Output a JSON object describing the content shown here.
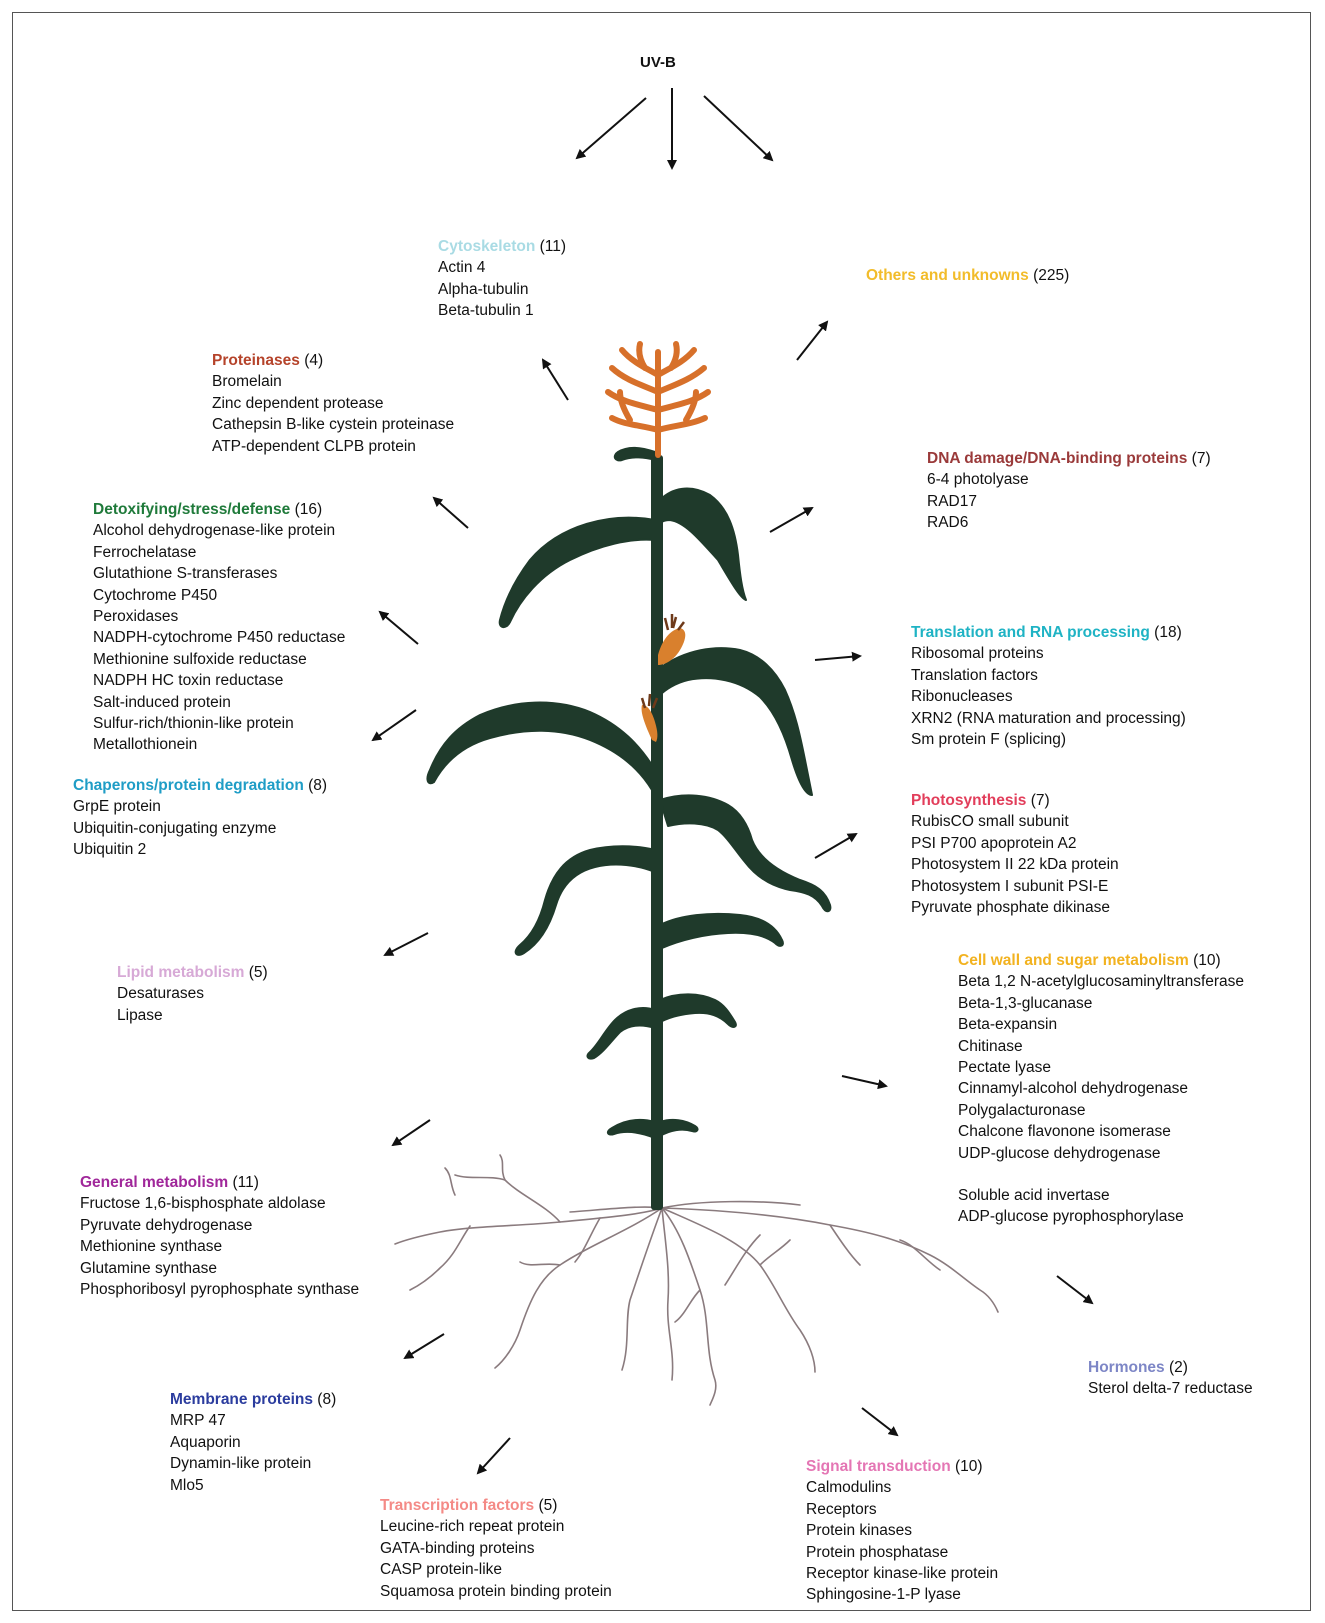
{
  "top_label": "UV-B",
  "groups": [
    {
      "id": "cytoskeleton",
      "title": "Cytoskeleton",
      "count": "(11)",
      "color": "#a9dbe4",
      "items": [
        "Actin 4",
        "Alpha-tubulin",
        "Beta-tubulin 1"
      ]
    },
    {
      "id": "others",
      "title": "Others and unknowns",
      "count": "(225)",
      "color": "#f2bc2a",
      "items": []
    },
    {
      "id": "proteinases",
      "title": "Proteinases",
      "count": "(4)",
      "color": "#b5432a",
      "items": [
        "Bromelain",
        "Zinc dependent protease",
        "Cathepsin B-like cystein proteinase",
        "ATP-dependent CLPB protein"
      ]
    },
    {
      "id": "dna",
      "title": "DNA damage/DNA-binding proteins",
      "count": "(7)",
      "color": "#9a3a3a",
      "items": [
        "6-4 photolyase",
        "RAD17",
        "RAD6"
      ]
    },
    {
      "id": "detox",
      "title": "Detoxifying/stress/defense",
      "count": "(16)",
      "color": "#1f7a3a",
      "items": [
        "Alcohol dehydrogenase-like protein",
        "Ferrochelatase",
        "Glutathione S-transferases",
        "Cytochrome P450",
        "Peroxidases",
        "NADPH-cytochrome P450 reductase",
        "Methionine sulfoxide reductase",
        "NADPH HC toxin reductase",
        "Salt-induced protein",
        "Sulfur-rich/thionin-like protein",
        "Metallothionein"
      ]
    },
    {
      "id": "translation",
      "title": "Translation and RNA processing",
      "count": "(18)",
      "color": "#1fb3c4",
      "items": [
        "Ribosomal proteins",
        "Translation factors",
        "Ribonucleases",
        "XRN2 (RNA maturation and processing)",
        "Sm protein F (splicing)"
      ]
    },
    {
      "id": "chaperons",
      "title": "Chaperons/protein degradation",
      "count": "(8)",
      "color": "#1f9dc6",
      "items": [
        "GrpE protein",
        "Ubiquitin-conjugating enzyme",
        "Ubiquitin 2"
      ]
    },
    {
      "id": "photosynthesis",
      "title": "Photosynthesis",
      "count": "(7)",
      "color": "#e23d5a",
      "items": [
        "RubisCO small subunit",
        "PSI P700 apoprotein A2",
        "Photosystem II 22 kDa protein",
        "Photosystem I subunit PSI-E",
        "Pyruvate phosphate dikinase"
      ]
    },
    {
      "id": "cellwall",
      "title": "Cell wall and sugar metabolism",
      "count": "(10)",
      "color": "#f2b21f",
      "items": [
        "Beta 1,2 N-acetylglucosaminyltransferase",
        "Beta-1,3-glucanase",
        "Beta-expansin",
        "Chitinase",
        "Pectate lyase",
        "Cinnamyl-alcohol dehydrogenase",
        "Polygalacturonase",
        "Chalcone flavonone isomerase",
        "UDP-glucose dehydrogenase",
        "",
        "Soluble acid invertase",
        "ADP-glucose pyrophosphorylase"
      ]
    },
    {
      "id": "lipid",
      "title": "Lipid metabolism",
      "count": "(5)",
      "color": "#d7a9d6",
      "items": [
        "Desaturases",
        "Lipase"
      ]
    },
    {
      "id": "general",
      "title": "General metabolism",
      "count": "(11)",
      "color": "#a0279a",
      "items": [
        "Fructose 1,6-bisphosphate aldolase",
        "Pyruvate dehydrogenase",
        "Methionine synthase",
        "Glutamine synthase",
        "Phosphoribosyl pyrophosphate synthase"
      ]
    },
    {
      "id": "hormones",
      "title": "Hormones",
      "count": "(2)",
      "color": "#7d86c6",
      "items": [
        "Sterol delta-7 reductase"
      ]
    },
    {
      "id": "membrane",
      "title": "Membrane proteins",
      "count": "(8)",
      "color": "#2b3c9e",
      "items": [
        "MRP 47",
        "Aquaporin",
        "Dynamin-like protein",
        "Mlo5"
      ]
    },
    {
      "id": "signal",
      "title": "Signal transduction",
      "count": "(10)",
      "color": "#e476b4",
      "items": [
        "Calmodulins",
        "Receptors",
        "Protein kinases",
        "Protein phosphatase",
        "Receptor kinase-like protein",
        "Sphingosine-1-P lyase"
      ]
    },
    {
      "id": "transcription",
      "title": "Transcription factors",
      "count": "(5)",
      "color": "#f48a86",
      "items": [
        "Leucine-rich repeat protein",
        "GATA-binding proteins",
        "CASP protein-like",
        "Squamosa protein binding protein"
      ]
    }
  ]
}
